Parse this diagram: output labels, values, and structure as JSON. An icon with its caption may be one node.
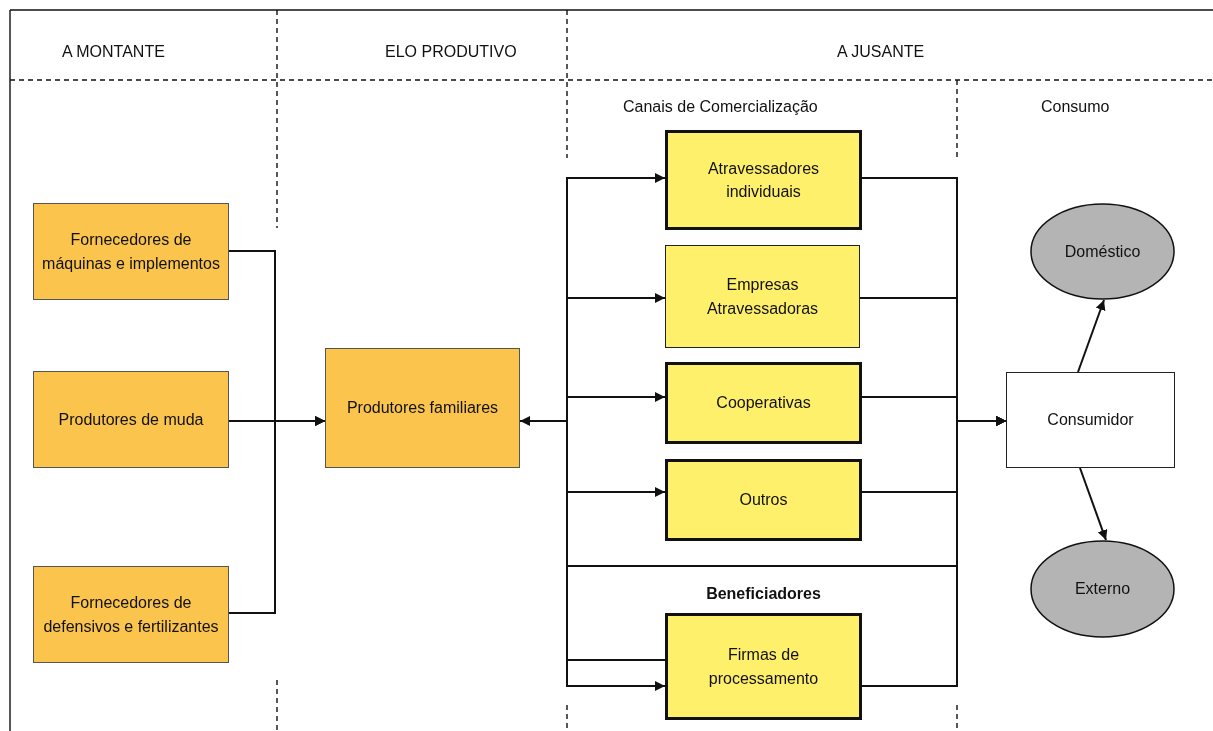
{
  "diagram": {
    "nodes": [
      {
        "text": [
          "Fornecedores de máquinas e implementos"
        ]
      },
      {
        "text": [
          "Produtores de muda"
        ]
      },
      {
        "text": [
          "Fornecedores de defensivos e fertilizantes"
        ]
      },
      {
        "text": [
          "Produtores familiares"
        ]
      },
      {
        "text": [
          "Atravessadores individuais"
        ]
      },
      {
        "text": [
          "Empresas Atravessadoras"
        ]
      },
      {
        "text": [
          "Cooperativas"
        ]
      },
      {
        "text": [
          "Outros"
        ]
      },
      {
        "text": [
          "Beneficiadores",
          "Firmas de processamento"
        ]
      },
      {
        "text": [
          "Consumidor"
        ]
      },
      {
        "text": [
          "Doméstico"
        ]
      },
      {
        "text": [
          "Externo"
        ]
      }
    ],
    "edges": [
      {
        "from": 0,
        "to": 3,
        "arrow": "to"
      },
      {
        "from": 1,
        "to": 3,
        "arrow": "to"
      },
      {
        "from": 2,
        "to": 3,
        "arrow": "to"
      },
      {
        "from": 3,
        "to": 4,
        "arrow": "to"
      },
      {
        "from": 3,
        "to": 5,
        "arrow": "to"
      },
      {
        "from": 3,
        "to": 6,
        "arrow": "to"
      },
      {
        "from": 3,
        "to": 7,
        "arrow": "to"
      },
      {
        "from": 3,
        "to": 9,
        "arrow": "to"
      },
      {
        "from": 8,
        "to": 3,
        "arrow": "to"
      },
      {
        "from": 3,
        "to": 8,
        "arrow": "to"
      },
      {
        "from": 4,
        "to": 9,
        "arrow": "to"
      },
      {
        "from": 5,
        "to": 9,
        "arrow": "to"
      },
      {
        "from": 6,
        "to": 9,
        "arrow": "to"
      },
      {
        "from": 7,
        "to": 9,
        "arrow": "to"
      },
      {
        "from": 8,
        "to": 9,
        "arrow": "to"
      },
      {
        "from": 9,
        "to": 10,
        "arrow": "to"
      },
      {
        "from": 9,
        "to": 11,
        "arrow": "to"
      }
    ],
    "labels": [
      "A MONTANTE",
      "ELO PRODUTIVO",
      "A JUSANTE",
      "Canais de Comercialização",
      "Consumo"
    ]
  }
}
